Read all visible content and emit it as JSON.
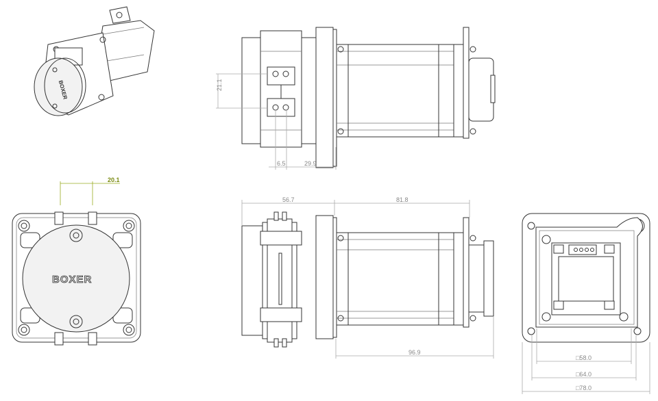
{
  "drawing": {
    "logo_text": "BOXER",
    "top_view_dims": {
      "vertical": "21.1",
      "small": "6.5",
      "offset": "29.9"
    },
    "front_view_dims": {
      "width": "20.1"
    },
    "side_view_dims": {
      "front_length": "56.7",
      "motor_length": "81.8",
      "total_length": "96.9"
    },
    "rear_view_dims": {
      "inner": "□58.0",
      "middle": "□64.0",
      "outer": "□78.0"
    },
    "colors": {
      "line": "#333333",
      "dimension": "#aaaaaa",
      "highlight_dimension": "#7a8a10"
    }
  }
}
